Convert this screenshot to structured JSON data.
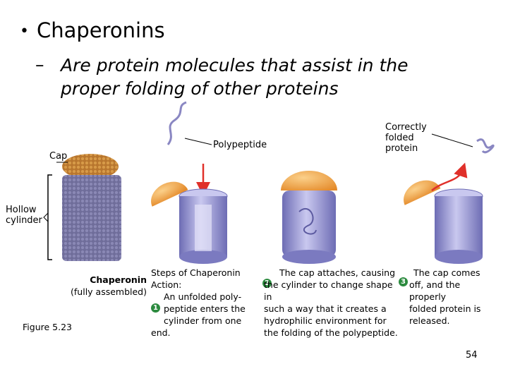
{
  "slide": {
    "bullet": "•",
    "title": "Chaperonins",
    "sub_dash": "–",
    "subtitle_line1": "Are protein molecules that assist in the",
    "subtitle_line2": "proper folding of other proteins",
    "page_number": "54"
  },
  "figure": {
    "label_cap": "Cap",
    "label_hollow_line1": "Hollow",
    "label_hollow_line2": "cylinder",
    "label_polypeptide": "Polypeptide",
    "label_correct_line1": "Correctly",
    "label_correct_line2": "folded",
    "label_correct_line3": "protein",
    "chaperonin_bold": "Chaperonin",
    "chaperonin_sub": "(fully assembled)",
    "figure_ref": "Figure 5.23",
    "steps_heading_line1": "Steps of Chaperonin",
    "steps_heading_line2": "Action:",
    "step1_num": "1",
    "step1_line1": "An unfolded poly-",
    "step1_line2": "peptide enters the",
    "step1_line3": "cylinder from one",
    "step1_line4": "end.",
    "step2_num": "2",
    "step2_line1": "The cap attaches, causing",
    "step2_line2": "the cylinder to change shape",
    "step2_line3": "in",
    "step2_line4": "such a way that it creates a",
    "step2_line5": "hydrophilic environment for",
    "step2_line6": "the folding of the polypeptide.",
    "step3_num": "3",
    "step3_line1": "The cap comes",
    "step3_line2": "off, and the",
    "step3_line3": "properly",
    "step3_line4": "folded protein is",
    "step3_line5": "released."
  },
  "colors": {
    "cap_orange": "#f2a54a",
    "cylinder_purple": "#9a99d6",
    "arrow_red": "#e0302a",
    "badge_green": "#2b8a3e"
  }
}
